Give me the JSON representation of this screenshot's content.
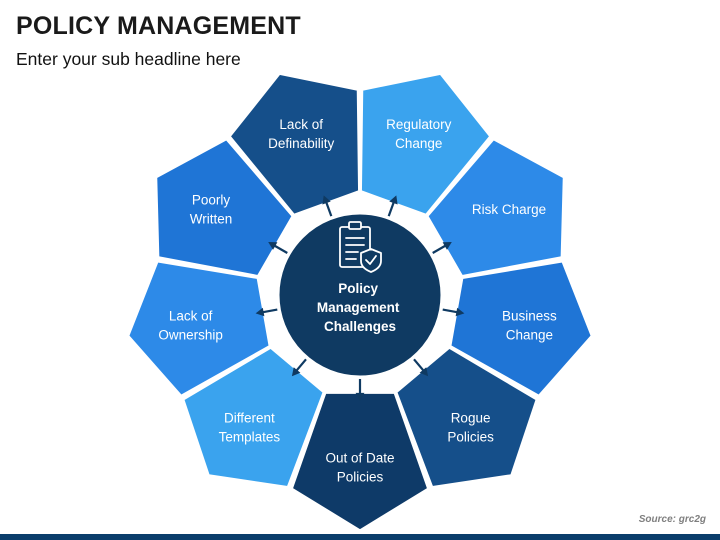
{
  "header": {
    "title": "POLICY MANAGEMENT",
    "subtitle": "Enter your sub headline here"
  },
  "center": {
    "lines": [
      "Policy",
      "Management",
      "Challenges"
    ],
    "icon": "clipboard-shield-check-icon"
  },
  "segments": [
    {
      "id": "regulatory-change",
      "lines": [
        "Regulatory",
        "Change"
      ],
      "color": "#3aa3ee"
    },
    {
      "id": "risk-charge",
      "lines": [
        "Risk Charge"
      ],
      "color": "#2d8ae8"
    },
    {
      "id": "business-change",
      "lines": [
        "Business",
        "Change"
      ],
      "color": "#1f75d6"
    },
    {
      "id": "rogue-policies",
      "lines": [
        "Rogue",
        "Policies"
      ],
      "color": "#154f8a"
    },
    {
      "id": "out-of-date-policies",
      "lines": [
        "Out of Date",
        "Policies"
      ],
      "color": "#0e3a68"
    },
    {
      "id": "different-templates",
      "lines": [
        "Different",
        "Templates"
      ],
      "color": "#3aa3ee"
    },
    {
      "id": "lack-of-ownership",
      "lines": [
        "Lack of",
        "Ownership"
      ],
      "color": "#2d8ae8"
    },
    {
      "id": "poorly-written",
      "lines": [
        "Poorly",
        "Written"
      ],
      "color": "#1f75d6"
    },
    {
      "id": "lack-of-definability",
      "lines": [
        "Lack of",
        "Definability"
      ],
      "color": "#154f8a"
    }
  ],
  "source": "Source: grc2g",
  "colors": {
    "center": "#0f3a62",
    "arrow": "#0f3a62",
    "text": "#ffffff",
    "bar": "#0b3d6b"
  }
}
